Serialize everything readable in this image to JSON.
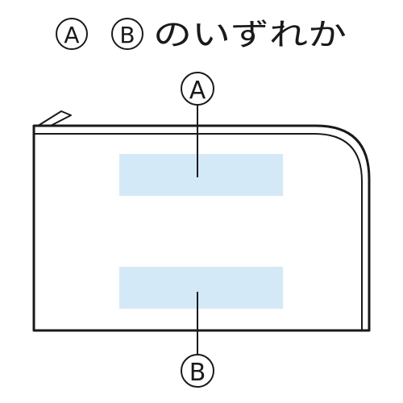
{
  "title": {
    "marker_a": "A",
    "marker_b": "B",
    "text": "のいずれか"
  },
  "labels": {
    "top": "A",
    "bottom": "B"
  },
  "colors": {
    "outline": "#1a1a1a",
    "print_area": "#d4e9f8"
  },
  "icons": {
    "pouch": "zipper-pouch",
    "zipper_pull": "zipper-pull-tab"
  }
}
